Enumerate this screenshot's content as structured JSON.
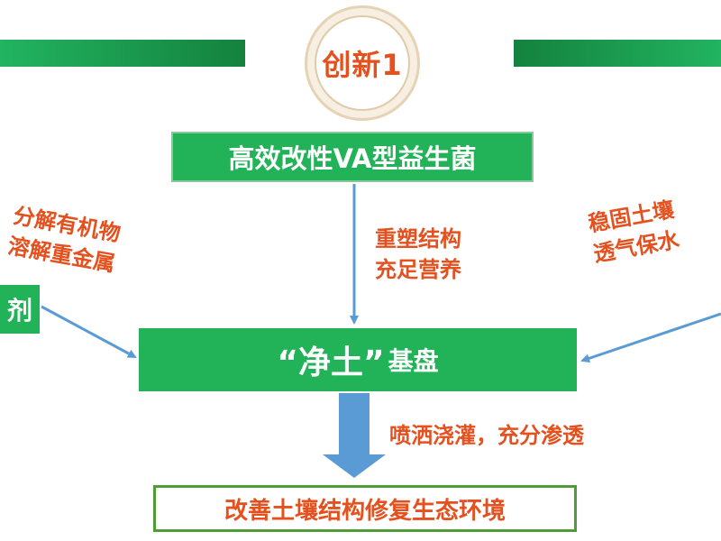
{
  "badge": {
    "text": "创新1"
  },
  "top_box": {
    "text": "高效改性VA型益生菌"
  },
  "left_box": {
    "text": "剂"
  },
  "center_box": {
    "main": "“净土”",
    "sub": "基盘"
  },
  "bottom_box": {
    "text": "改善土壤结构修复生态环境"
  },
  "labels": {
    "left": [
      "分解有机物",
      "溶解重金属"
    ],
    "center": [
      "重塑结构",
      "充足营养"
    ],
    "right": [
      "稳固土壤",
      "透气保水"
    ],
    "bottom": "喷洒浇灌，充分渗透"
  },
  "colors": {
    "green": "#22b258",
    "orange": "#e4511f",
    "arrow_blue": "#5b9bd5"
  }
}
